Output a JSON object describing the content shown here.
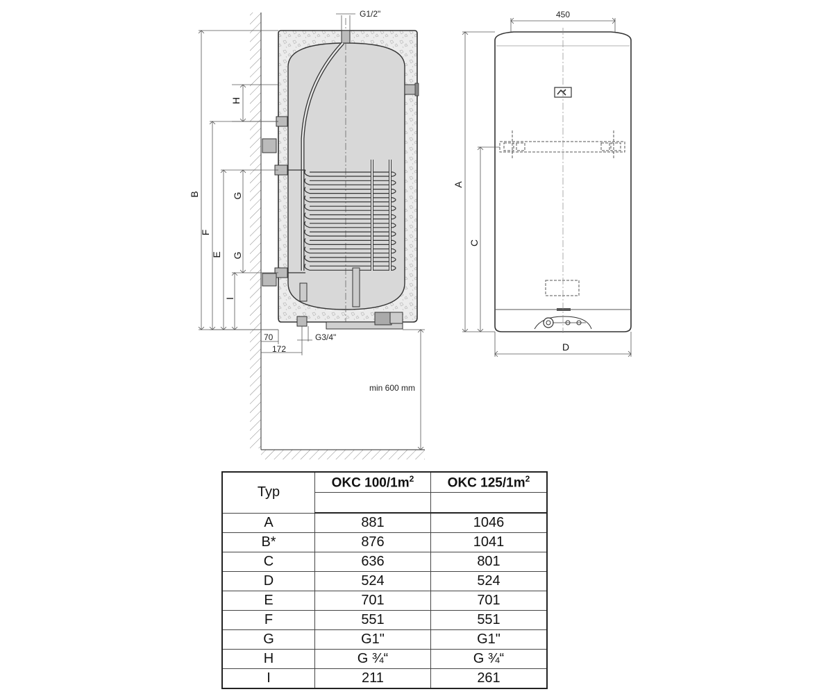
{
  "diagram": {
    "labels": {
      "top_connection": "G1/2\"",
      "bottom_connection": "G3/4\"",
      "width_top": "450",
      "offset_wall": "70",
      "offset_outlet": "172",
      "min_clearance": "min 600 mm",
      "A": "A",
      "B": "B",
      "C": "C",
      "D": "D",
      "E": "E",
      "F": "F",
      "G1": "G",
      "G2": "G",
      "H": "H",
      "I": "I"
    }
  },
  "table": {
    "header_typ": "Typ",
    "model_a_base": "OKC 100/1m",
    "model_a_sup": "2",
    "model_b_base": "OKC 125/1m",
    "model_b_sup": "2",
    "rows": [
      {
        "param": "A",
        "a": "881",
        "b": "1046"
      },
      {
        "param": "B*",
        "a": "876",
        "b": "1041"
      },
      {
        "param": "C",
        "a": "636",
        "b": "801"
      },
      {
        "param": "D",
        "a": "524",
        "b": "524"
      },
      {
        "param": "E",
        "a": "701",
        "b": "701"
      },
      {
        "param": "F",
        "a": "551",
        "b": "551"
      },
      {
        "param": "G",
        "a": "G1\"",
        "b": "G1\""
      },
      {
        "param": "H",
        "a": "G ¾“",
        "b": "G ¾“"
      },
      {
        "param": "I",
        "a": "211",
        "b": "261"
      }
    ]
  }
}
